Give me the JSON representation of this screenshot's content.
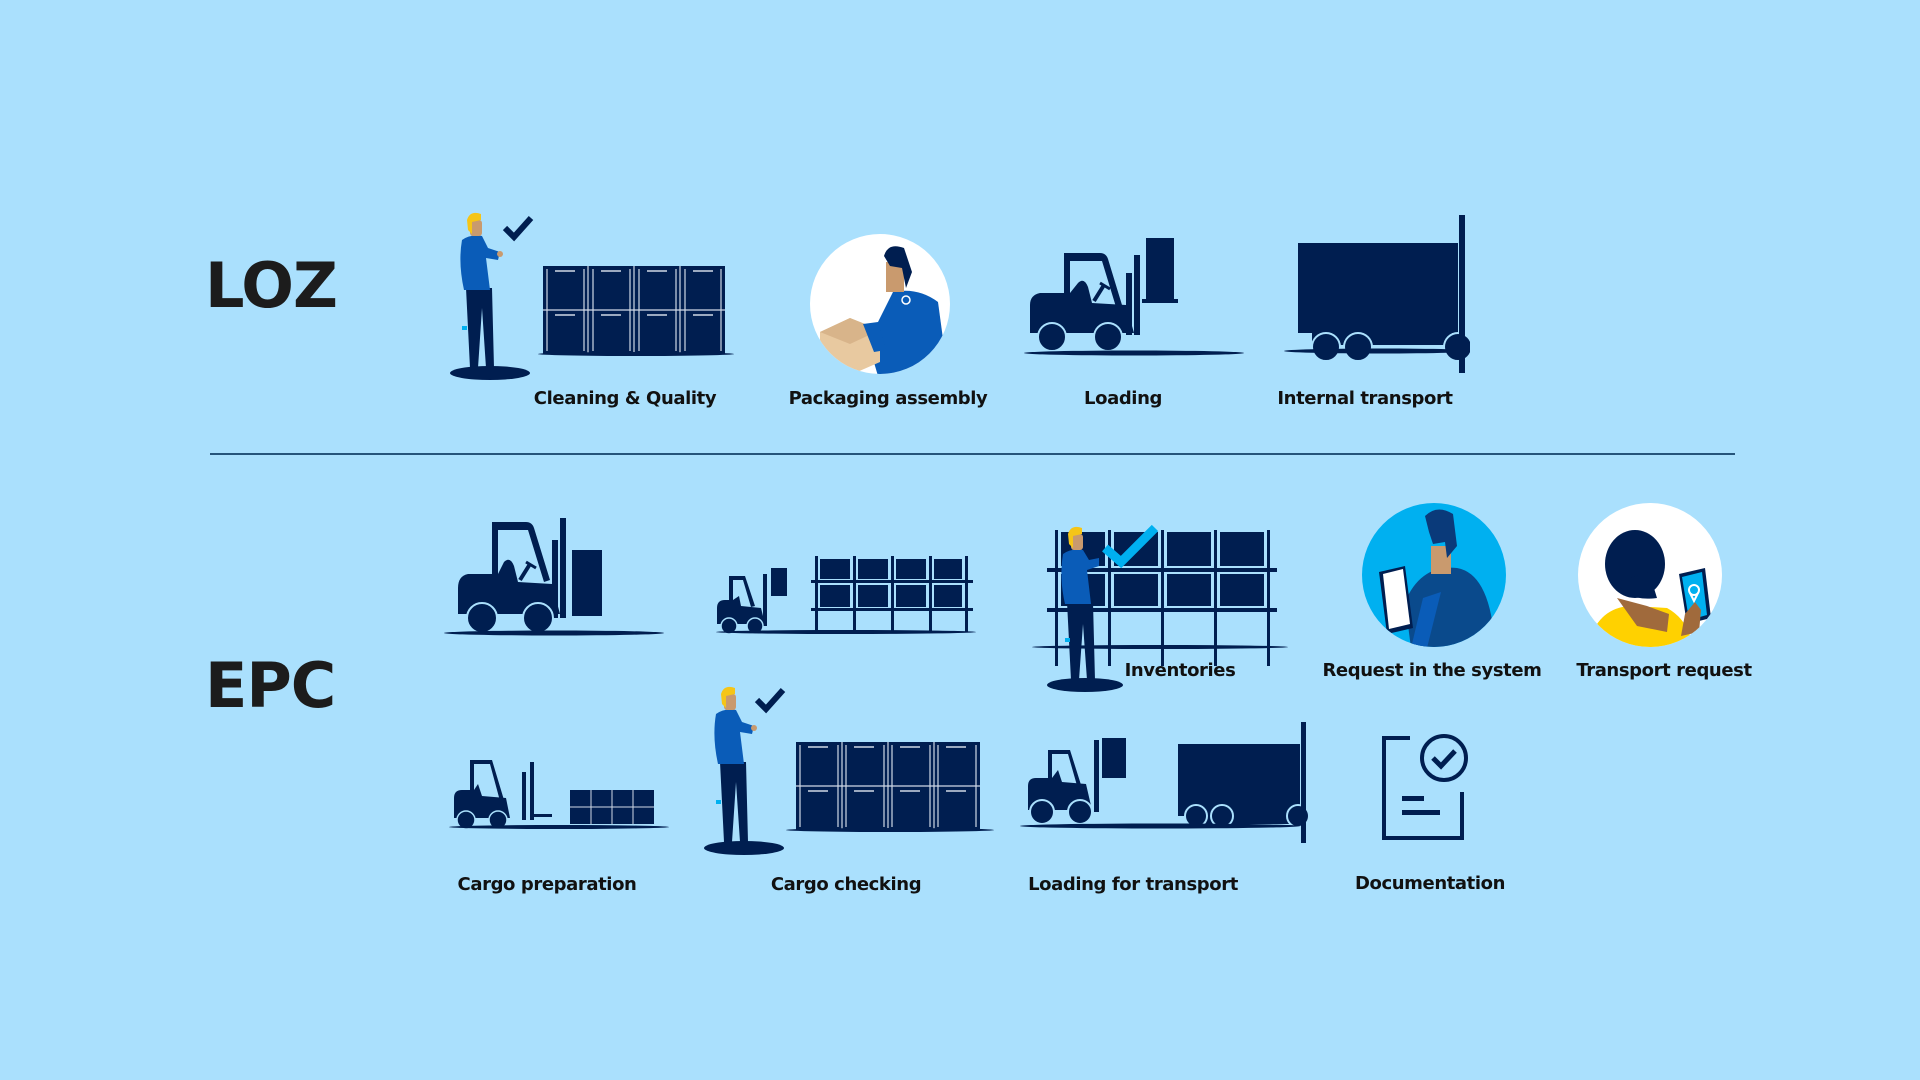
{
  "colors": {
    "background": "#aae0fd",
    "navy": "#001e50",
    "worker_blue": "#0a5cb8",
    "accent_cyan": "#00b0f0",
    "skin": "#c99a6e",
    "hair_blond": "#f5c518",
    "yellow": "#ffd100",
    "white": "#ffffff",
    "divider": "#25547a",
    "text": "#111111"
  },
  "sections": {
    "loz": {
      "title": "LOZ",
      "steps": [
        {
          "label": "Cleaning & Quality",
          "icon": "worker-checking-containers-icon"
        },
        {
          "label": "Packaging assembly",
          "icon": "worker-packing-box-icon"
        },
        {
          "label": "Loading",
          "icon": "forklift-icon"
        },
        {
          "label": "Internal transport",
          "icon": "truck-at-dock-icon"
        }
      ]
    },
    "epc": {
      "title": "EPC",
      "steps_top": [
        {
          "label": "",
          "icon": "forklift-with-load-icon"
        },
        {
          "label": "",
          "icon": "forklift-to-rack-icon"
        },
        {
          "label": "Inventories",
          "icon": "worker-inventory-rack-icon"
        },
        {
          "label": "Request in the system",
          "icon": "person-with-tablet-icon"
        },
        {
          "label": "Transport request",
          "icon": "person-tablet-location-icon"
        }
      ],
      "steps_bottom": [
        {
          "label": "Cargo preparation",
          "icon": "forklift-with-pallet-icon"
        },
        {
          "label": "Cargo checking",
          "icon": "worker-checking-containers-icon"
        },
        {
          "label": "Loading for transport",
          "icon": "forklift-loading-truck-icon"
        },
        {
          "label": "Documentation",
          "icon": "document-check-icon"
        }
      ]
    }
  }
}
